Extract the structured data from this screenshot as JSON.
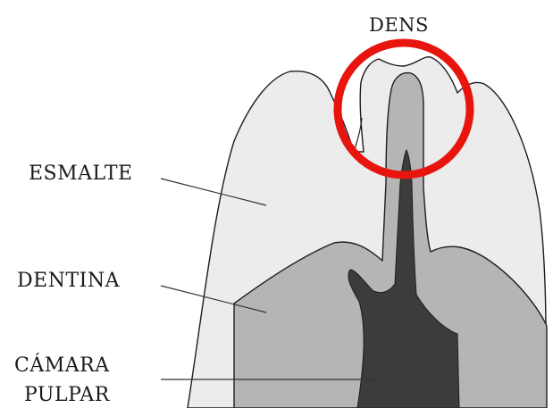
{
  "labels": {
    "dens": "DENS",
    "esmalte": "ESMALTE",
    "dentina": "DENTINA",
    "camara_line1": "CÁMARA",
    "camara_line2": "PULPAR"
  },
  "colors": {
    "enamel": "#ececec",
    "dentin": "#b5b5b5",
    "pulp": "#3c3c3c",
    "outline": "#1e1e1e",
    "highlight_circle": "#e8140e",
    "leader_line": "#333333"
  }
}
